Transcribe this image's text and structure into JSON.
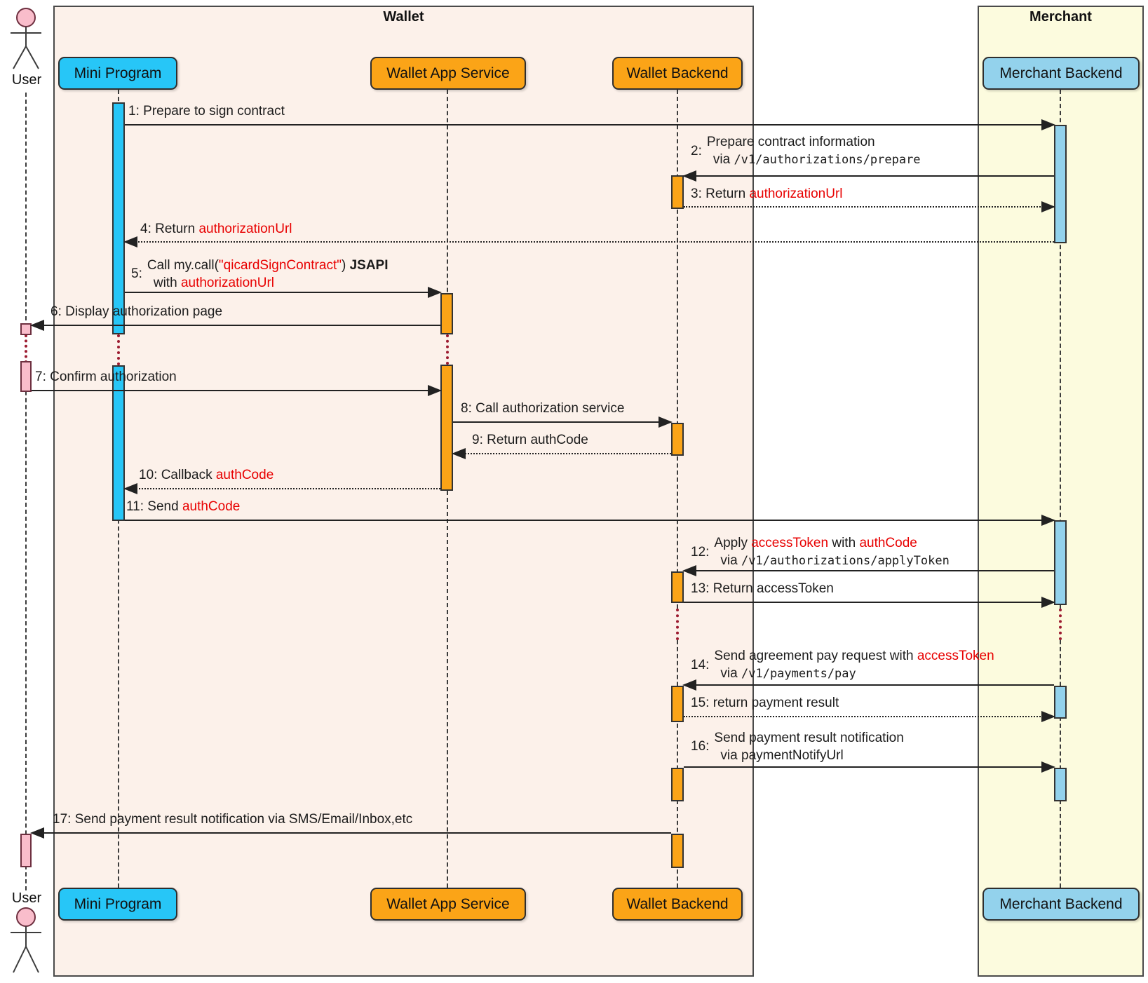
{
  "frames": {
    "wallet": {
      "title": "Wallet"
    },
    "merchant": {
      "title": "Merchant"
    }
  },
  "participants": {
    "user": {
      "label": "User"
    },
    "mini_program": {
      "label": "Mini Program"
    },
    "wallet_app_service": {
      "label": "Wallet App Service"
    },
    "wallet_backend": {
      "label": "Wallet Backend"
    },
    "merchant_backend": {
      "label": "Merchant Backend"
    }
  },
  "colors": {
    "accent_red": "#E80000",
    "lifeline_continuation_red": "#9C1B30",
    "mini_program_fill": "#27C6F7",
    "wallet_service_fill": "#FBA417",
    "merchant_backend_fill": "#93D2EC",
    "user_activation_pink": "#F9BDCB",
    "wallet_frame_bg": "#FCF1EA",
    "merchant_frame_bg": "#FCFBDE"
  },
  "messages": {
    "m1": {
      "num": "1:",
      "text": "Prepare to sign contract"
    },
    "m2": {
      "num": "2:",
      "line1": "Prepare contract information",
      "line2_pre": "via ",
      "line2_path": "/v1/authorizations/prepare"
    },
    "m3": {
      "num": "3:",
      "pre": "Return ",
      "highlight": "authorizationUrl"
    },
    "m4": {
      "num": "4:",
      "pre": "Return ",
      "highlight": "authorizationUrl"
    },
    "m5": {
      "num": "5:",
      "l1a": "Call my.call(",
      "l1b": "\"qicardSignContract\"",
      "l1c": ") ",
      "l1d": "JSAPI",
      "l2a": "with ",
      "l2b": "authorizationUrl"
    },
    "m6": {
      "num": "6:",
      "text": "Display authorization page"
    },
    "m7": {
      "num": "7:",
      "text": "Confirm authorization"
    },
    "m8": {
      "num": "8:",
      "text": "Call authorization service"
    },
    "m9": {
      "num": "9:",
      "text": "Return authCode"
    },
    "m10": {
      "num": "10:",
      "pre": "Callback ",
      "highlight": "authCode"
    },
    "m11": {
      "num": "11:",
      "pre": "Send ",
      "highlight": "authCode"
    },
    "m12": {
      "num": "12:",
      "l1a": "Apply ",
      "l1b": "accessToken",
      "l1c": " with ",
      "l1d": "authCode",
      "l2a": "via ",
      "l2b": "/v1/authorizations/applyToken"
    },
    "m13": {
      "num": "13:",
      "text": "Return accessToken"
    },
    "m14": {
      "num": "14:",
      "l1a": "Send agreement pay request with ",
      "l1b": "accessToken",
      "l2a": "via ",
      "l2b": "/v1/payments/pay"
    },
    "m15": {
      "num": "15:",
      "text": "return payment result"
    },
    "m16": {
      "num": "16:",
      "l1": "Send payment result notification",
      "l2a": "via ",
      "l2b": "paymentNotifyUrl"
    },
    "m17": {
      "num": "17:",
      "text": "Send payment result notification via SMS/Email/Inbox,etc"
    }
  }
}
